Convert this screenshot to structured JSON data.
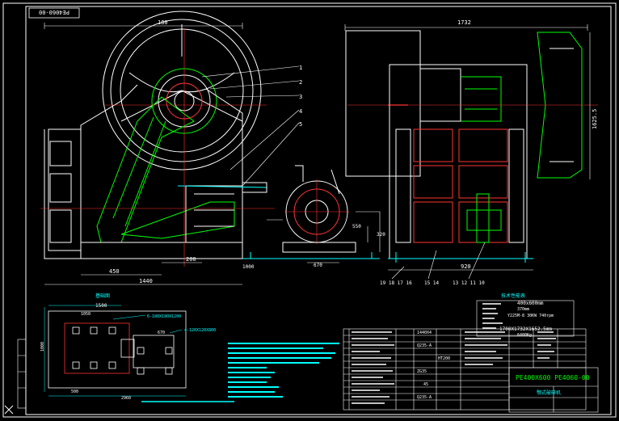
{
  "drawing_number_top": "PE4060-00",
  "overall_width_side": "1732",
  "top_dim_front": "180",
  "height_dim_side": "1625.5",
  "dims_front": [
    "450",
    "200",
    "1440"
  ],
  "dims_middle": [
    "1000",
    "670",
    "320",
    "550"
  ],
  "dim_side_bottom": "920",
  "leaders_right": [
    "1",
    "2",
    "3",
    "4",
    "5"
  ],
  "part_callouts": [
    "19 18 17 16",
    "15 14",
    "13 12 11 10"
  ],
  "tech_header": "技术性能表",
  "tech_values": [
    "400x600mm",
    "370mm",
    "Y225M-8  30KW  740rpm",
    "1700X1732X1652.5mm",
    "6400Kg"
  ],
  "foundation_title": "基础图",
  "foundation_dims": [
    "1500",
    "1050",
    "670",
    "500",
    "2960",
    "1000"
  ],
  "foundation_notes": [
    "6-180X180X1200",
    "4-120X120X800"
  ],
  "title_block_name": "PE400X600 PE4060-00",
  "title_block_sub": "颚式破碎机",
  "bom_materials": [
    "1440X4",
    "Q235-A",
    "HT200",
    "ZG35",
    "45",
    "Q235-A"
  ]
}
